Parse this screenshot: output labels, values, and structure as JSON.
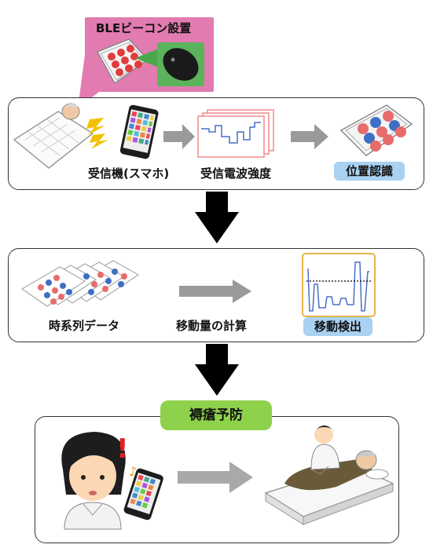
{
  "beacon": {
    "title": "BLEビーコン設置"
  },
  "step1": {
    "receiver_label": "受信機(スマホ)",
    "signal_label": "受信電波強度",
    "position_label": "位置認識"
  },
  "step2": {
    "timeseries_label": "時系列データ",
    "calc_label": "移動量の計算",
    "detect_label": "移動検出"
  },
  "step3": {
    "title": "褥瘡予防"
  },
  "colors": {
    "beacon_pink": "#e27bb0",
    "pill_blue": "#a9d1f2",
    "pill_green": "#8ed14a",
    "arrow_gray": "#9a9a9a",
    "arrow_black": "#000000",
    "dot_red": "#e05b5b",
    "dot_blue": "#3f6fc4",
    "signal_blue": "#4a6fc9"
  }
}
